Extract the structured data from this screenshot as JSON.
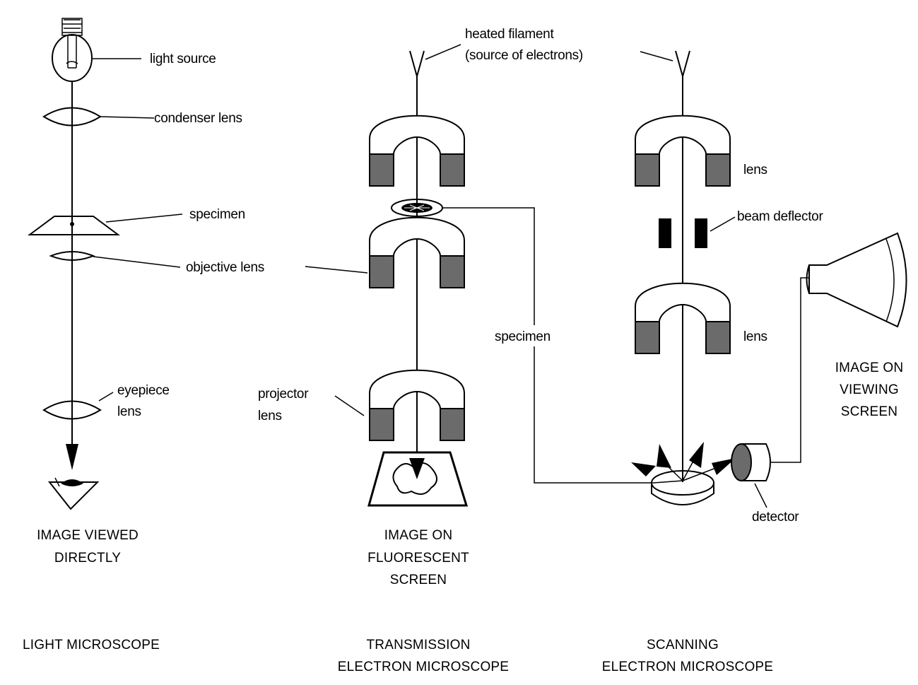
{
  "light": {
    "labels": {
      "light_source": "light source",
      "condenser_lens": "condenser lens",
      "specimen": "specimen",
      "objective_lens": "objective lens",
      "eyepiece_lens_1": "eyepiece",
      "eyepiece_lens_2": "lens"
    },
    "image_caption": [
      "IMAGE VIEWED",
      "DIRECTLY"
    ],
    "title": "LIGHT MICROSCOPE"
  },
  "tem": {
    "labels": {
      "filament_1": "heated filament",
      "filament_2": "(source of electrons)",
      "projector_lens_1": "projector",
      "projector_lens_2": "lens",
      "specimen": "specimen"
    },
    "image_caption": [
      "IMAGE ON",
      "FLUORESCENT",
      "SCREEN"
    ],
    "title": [
      "TRANSMISSION",
      "ELECTRON MICROSCOPE"
    ]
  },
  "sem": {
    "labels": {
      "lens_top": "lens",
      "beam_deflector": "beam deflector",
      "lens_bottom": "lens",
      "detector": "detector"
    },
    "image_caption": [
      "IMAGE ON",
      "VIEWING",
      "SCREEN"
    ],
    "title": [
      "SCANNING",
      "ELECTRON MICROSCOPE"
    ]
  }
}
